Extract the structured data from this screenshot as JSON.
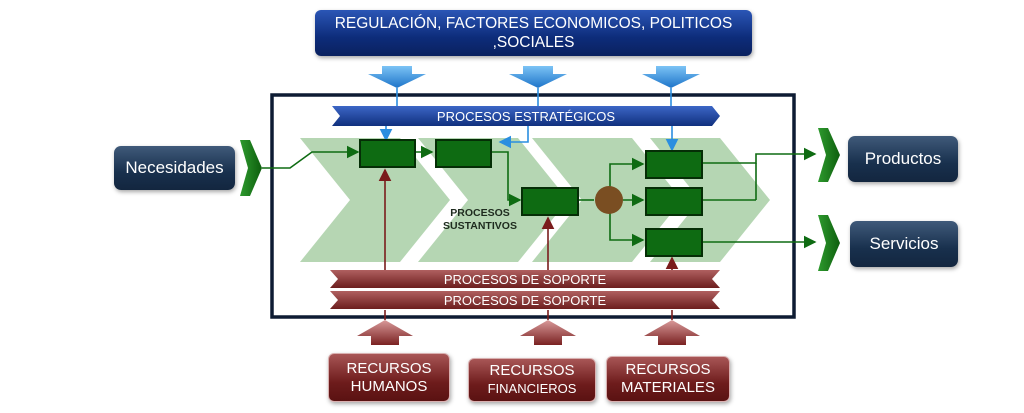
{
  "top_banner": "REGULACIÓN, FACTORES ECONOMICOS, POLITICOS ,SOCIALES",
  "inputs": {
    "necesidades": "Necesidades"
  },
  "outputs": {
    "productos": "Productos",
    "servicios": "Servicios"
  },
  "bars": {
    "estrategicos": "PROCESOS ESTRATÉGICOS",
    "soporte_1": "PROCESOS DE SOPORTE",
    "soporte_2": "PROCESOS DE SOPORTE"
  },
  "sustantivos_label": "PROCESOS\nSUSTANTIVOS",
  "resources": {
    "humanos": "RECURSOS\nHUMANOS",
    "financieros_line1": "RECURSOS",
    "financieros_line2": "FINANCIEROS",
    "materiales": "RECURSOS\nMATERIALES"
  },
  "colors": {
    "blue_dark": "#0d2c7a",
    "arrow_blue": "#2a8ee0",
    "navy_frame": "#0e1c33",
    "green_process": "#0e6b12",
    "chevron_green": "#a9cfa6",
    "support_red": "#8a2b2b",
    "resource_red": "#6e1c1c",
    "circle_brown": "#7a4e22"
  }
}
